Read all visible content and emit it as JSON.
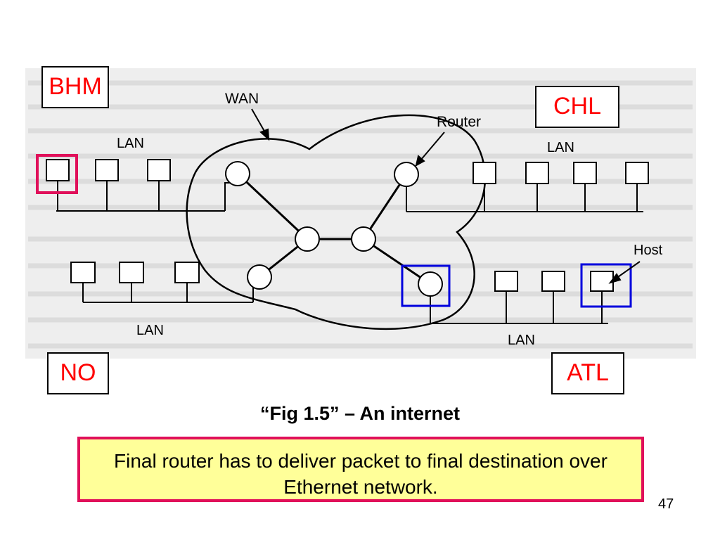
{
  "colors": {
    "city_text": "#ff0000",
    "highlight_source": "#e0105a",
    "highlight_dest": "#0000dd",
    "note_background": "#ffff99",
    "note_border": "#e0105a"
  },
  "cities": {
    "bhm": "BHM",
    "chl": "CHL",
    "no": "NO",
    "atl": "ATL"
  },
  "diagram": {
    "wan_label": "WAN",
    "router_label": "Router",
    "host_label": "Host",
    "lan_label": "LAN"
  },
  "caption": "“Fig 1.5” – An internet",
  "note": "Final router has to deliver packet to final destination over Ethernet network.",
  "page_number": "47"
}
